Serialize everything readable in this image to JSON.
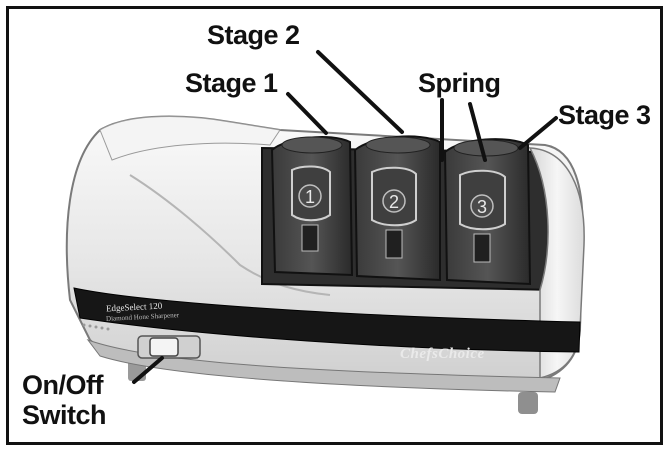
{
  "labels": {
    "stage1": "Stage 1",
    "stage2": "Stage 2",
    "spring": "Spring",
    "stage3": "Stage 3",
    "switch_line1": "On/Off",
    "switch_line2": "Switch"
  },
  "slots": [
    "1",
    "2",
    "3"
  ],
  "branding": {
    "model": "EdgeSelect 120",
    "subtitle": "Diamond Hone Sharpener",
    "logo": "ChefsChoice"
  },
  "colors": {
    "body": "#e9e9e9",
    "dark": "#2c2c2c",
    "band": "#151515",
    "ink": "#111111"
  }
}
